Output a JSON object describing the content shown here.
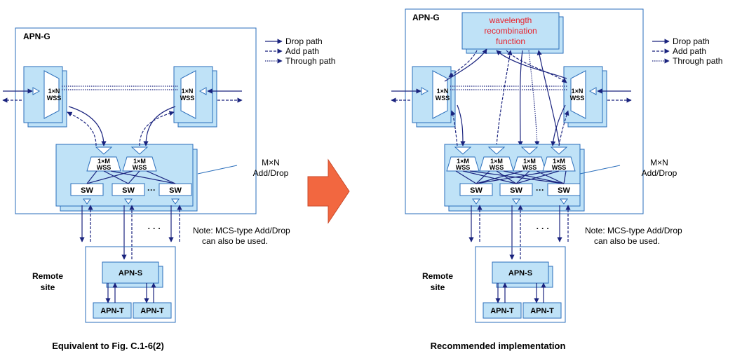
{
  "legend": {
    "drop": "Drop path",
    "add": "Add path",
    "through": "Through path"
  },
  "labels": {
    "apn_g": "APN-G",
    "wss_1xn_line1": "1×N",
    "wss_1xn_line2": "WSS",
    "wss_1xm_line1": "1×M",
    "wss_1xm_line2": "WSS",
    "sw": "SW",
    "mxn_line1": "M×N",
    "mxn_line2": "Add/Drop",
    "note_line1": "Note: MCS-type Add/Drop",
    "note_line2": "can also be used.",
    "remote_line1": "Remote",
    "remote_line2": "site",
    "apn_s": "APN-S",
    "apn_t": "APN-T",
    "ellipsis_h": "···",
    "ellipsis": "· · ·",
    "wrf_line1": "wavelength",
    "wrf_line2": "recombination",
    "wrf_line3": "function"
  },
  "captions": {
    "left": "Equivalent to Fig. C.1-6(2)",
    "right": "Recommended implementation"
  },
  "colors": {
    "fill": "#bfe2f7",
    "stroke": "#2a6ebb",
    "line": "#1a237e",
    "arrow": "#f26740",
    "accent_text": "#e8202a"
  }
}
